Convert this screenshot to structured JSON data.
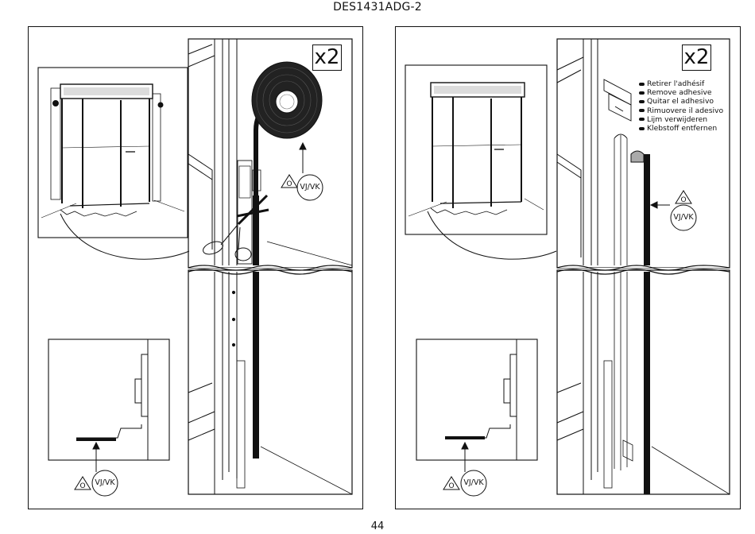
{
  "header": {
    "title": "DES1431ADG-2"
  },
  "footer": {
    "page_number": "44"
  },
  "left_panel": {
    "quantity_badge": "x2",
    "warning_top": {
      "triangle": "O",
      "circle": "VJ/VK"
    },
    "warning_bottom": {
      "triangle": "O",
      "circle": "VJ/VK"
    },
    "icons": [
      "scissors-icon",
      "adhesive-tape-roll-icon",
      "shower-enclosure-icon"
    ]
  },
  "right_panel": {
    "quantity_badge": "x2",
    "instructions": [
      "Retirer l'adhésif",
      "Remove adhesive",
      "Quitar el adhesivo",
      "Rimuovere il adesivo",
      "Lijm verwijderen",
      "Klebstoff entfernen"
    ],
    "warning_top": {
      "triangle": "O",
      "circle": "VJ/VK"
    },
    "warning_bottom": {
      "triangle": "O",
      "circle": "VJ/VK"
    },
    "icons": [
      "seal-profile-icon",
      "shower-enclosure-icon"
    ]
  }
}
